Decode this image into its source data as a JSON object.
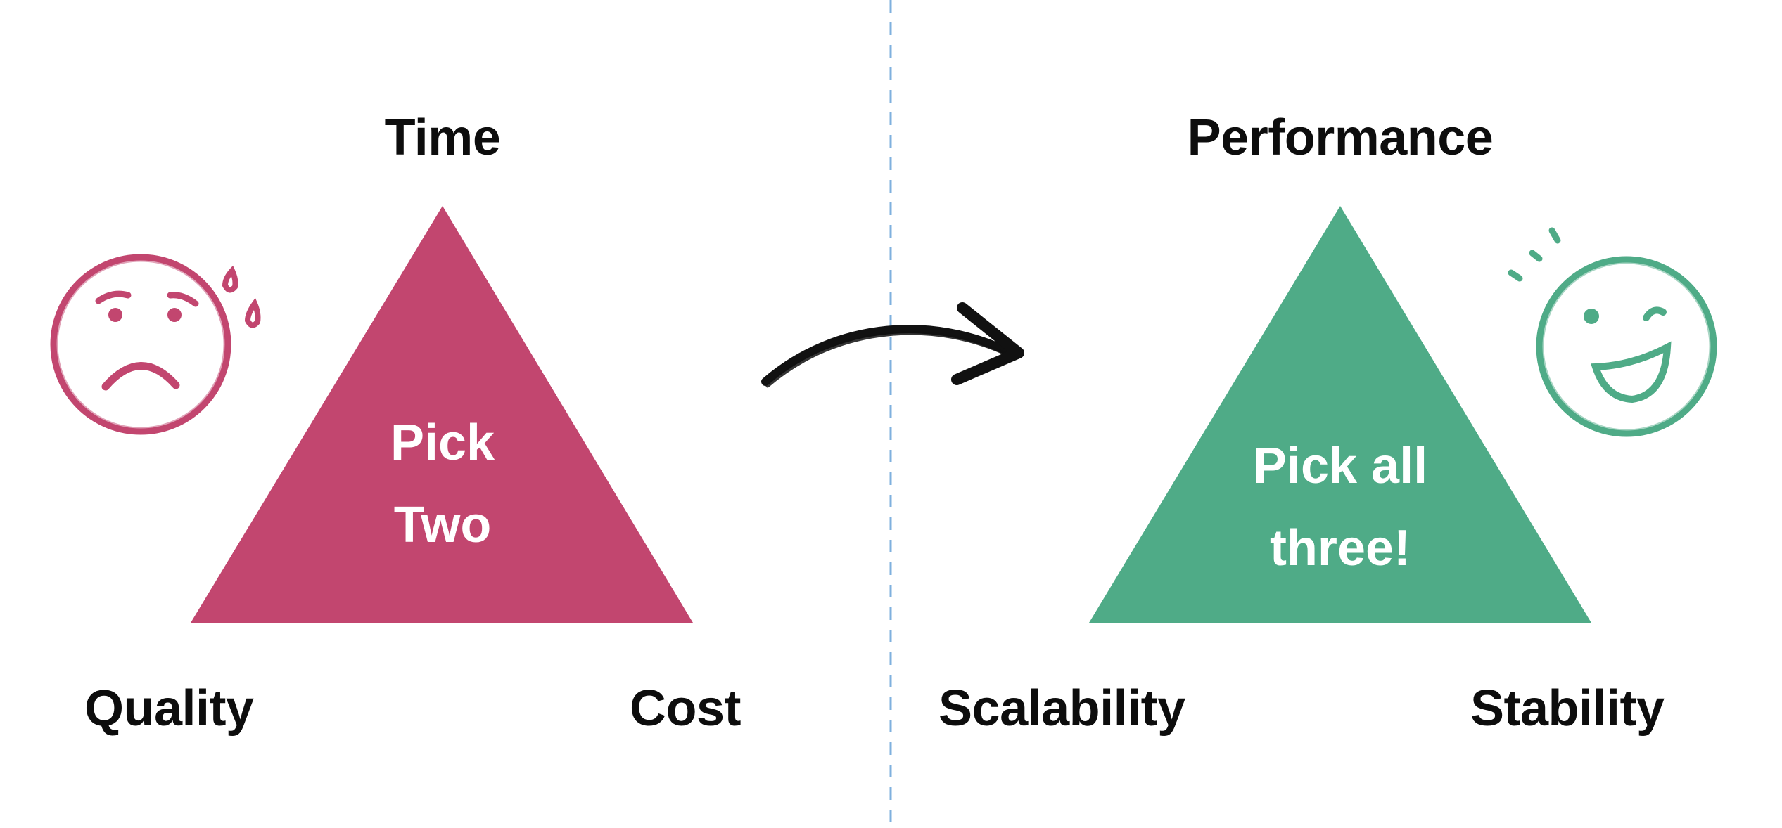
{
  "colors": {
    "left_accent": "#c2466f",
    "right_accent": "#4fab87",
    "divider": "#7fb0de",
    "text": "#0d0d0d",
    "inner_text": "#ffffff"
  },
  "left_triangle": {
    "top_label": "Time",
    "bottom_left_label": "Quality",
    "bottom_right_label": "Cost",
    "center_line_1": "Pick",
    "center_line_2": "Two",
    "face_icon": "sad-sweating-face-icon"
  },
  "right_triangle": {
    "top_label": "Performance",
    "bottom_left_label": "Scalability",
    "bottom_right_label": "Stability",
    "center_line_1": "Pick all",
    "center_line_2": "three!",
    "face_icon": "happy-laughing-face-icon"
  },
  "transition_icon": "curved-arrow-right-icon"
}
